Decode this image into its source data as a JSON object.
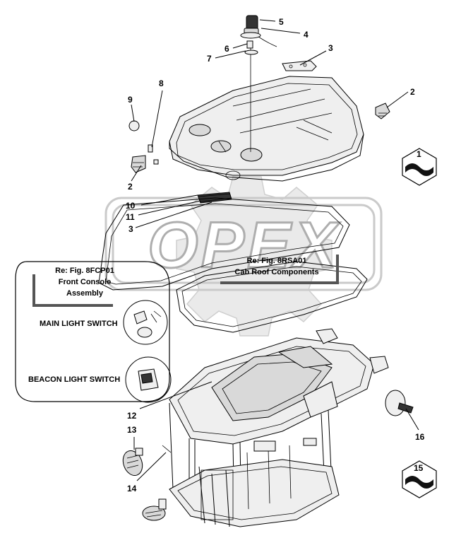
{
  "watermark": {
    "text": "OPEX"
  },
  "callouts": {
    "c1": "1",
    "c2a": "2",
    "c2b": "2",
    "c3a": "3",
    "c3b": "3",
    "c4": "4",
    "c5": "5",
    "c6": "6",
    "c7": "7",
    "c8": "8",
    "c9": "9",
    "c10": "10",
    "c11": "11",
    "c12": "12",
    "c13": "13",
    "c14": "14",
    "c15": "15",
    "c16": "16"
  },
  "references": {
    "front_console": {
      "line1": "Re: Fig. 8FCP01",
      "line2": "Front Console",
      "line3": "Assembly"
    },
    "cab_roof": {
      "line1": "Re: Fig. 8RSA01",
      "line2": "Cab Roof Components"
    }
  },
  "switch_labels": {
    "main_light": "MAIN  LIGHT  SWITCH",
    "beacon_light": "BEACON  LIGHT  SWITCH"
  }
}
